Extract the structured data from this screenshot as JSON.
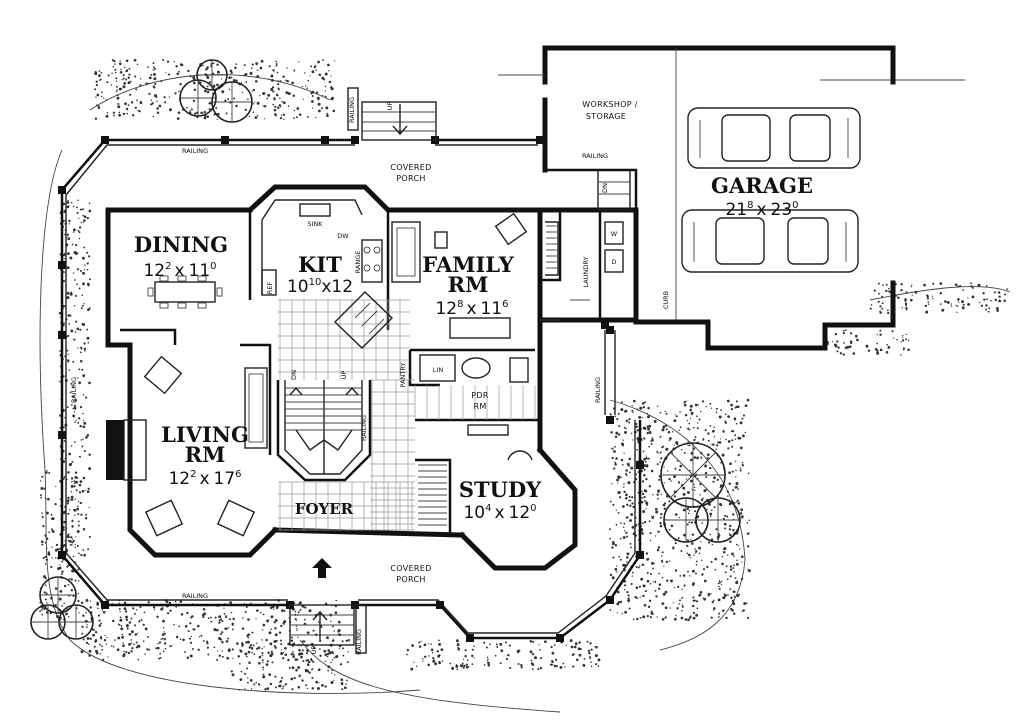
{
  "rooms": {
    "dining": {
      "name": "DINING",
      "w": "12",
      "wi": "2",
      "x": "x",
      "h": "11",
      "hi": "0"
    },
    "kitchen": {
      "name": "KIT",
      "w": "10",
      "wi": "10",
      "x": "x",
      "h": "12",
      "hi": ""
    },
    "family": {
      "name1": "FAMILY",
      "name2": "RM",
      "w": "12",
      "wi": "8",
      "x": "x",
      "h": "11",
      "hi": "6"
    },
    "living": {
      "name1": "LIVING",
      "name2": "RM",
      "w": "12",
      "wi": "2",
      "x": "x",
      "h": "17",
      "hi": "6"
    },
    "study": {
      "name": "STUDY",
      "w": "10",
      "wi": "4",
      "x": "x",
      "h": "12",
      "hi": "0"
    },
    "garage": {
      "name": "GARAGE",
      "w": "21",
      "wi": "8",
      "x": "x",
      "h": "23",
      "hi": "0"
    },
    "foyer": {
      "name": "FOYER"
    },
    "powder": {
      "line1": "PDR",
      "line2": "RM"
    },
    "workshop": {
      "line1": "WORKSHOP /",
      "line2": "STORAGE"
    }
  },
  "labels": {
    "covered_porch_top_1": "COVERED",
    "covered_porch_top_2": "PORCH",
    "covered_porch_bottom_1": "COVERED",
    "covered_porch_bottom_2": "PORCH",
    "railing": "RAILING",
    "laundry": "LAUNDRY",
    "pantry": "PANTRY",
    "lin": "LIN",
    "sink": "SINK",
    "dw": "DW",
    "range": "RANGE",
    "ref": "REF",
    "curb": "CURB",
    "up": "UP",
    "dn": "DN",
    "w": "W",
    "d": "D"
  }
}
